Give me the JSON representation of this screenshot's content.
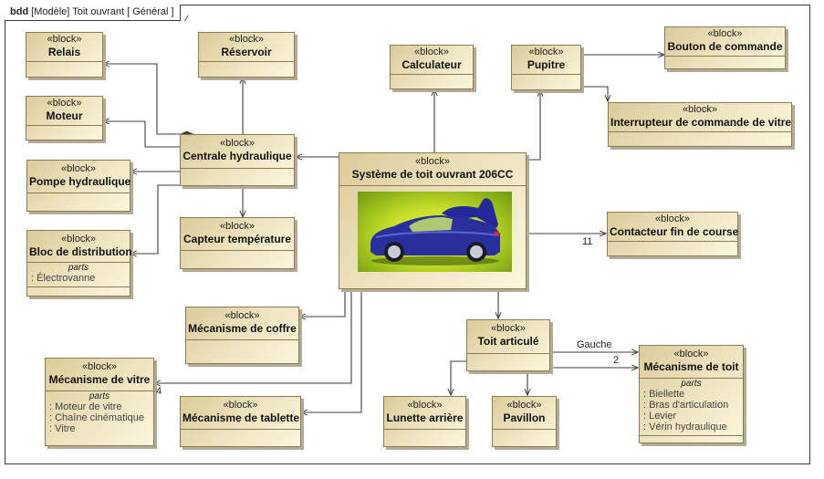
{
  "diagram": {
    "kind": "bdd",
    "title": "[Modèle] Toit ouvrant [ Général ]"
  },
  "stereotype": "«block»",
  "parts_label": "parts",
  "blocks": {
    "relais": {
      "name": "Relais"
    },
    "reservoir": {
      "name": "Réservoir"
    },
    "calculateur": {
      "name": "Calculateur"
    },
    "pupitre": {
      "name": "Pupitre"
    },
    "bouton": {
      "name": "Bouton de commande"
    },
    "interrupteur": {
      "name": "Interrupteur de commande de vitre"
    },
    "moteur": {
      "name": "Moteur"
    },
    "centrale": {
      "name": "Centrale hydraulique"
    },
    "systeme": {
      "name": "Système de toit ouvrant 206CC",
      "image": "car-convertible-image"
    },
    "pompe": {
      "name": "Pompe hydraulique"
    },
    "bloc": {
      "name": "Bloc de distribution",
      "parts": [
        ": Électrovanne"
      ]
    },
    "capteur": {
      "name": "Capteur température"
    },
    "contacteur": {
      "name": "Contacteur fin de course"
    },
    "coffre": {
      "name": "Mécanisme de coffre"
    },
    "vitre": {
      "name": "Mécanisme de vitre",
      "parts": [
        ": Moteur de vitre",
        ": Chaîne cinématique",
        ": Vitre"
      ]
    },
    "tablette": {
      "name": "Mécanisme de tablette"
    },
    "toit_articule": {
      "name": "Toit articulé"
    },
    "lunette": {
      "name": "Lunette arrière"
    },
    "pavillon": {
      "name": "Pavillon"
    },
    "meca_toit": {
      "name": "Mécanisme de toit",
      "parts": [
        ": Biellette",
        ": Bras d'articulation",
        ": Levier",
        ": Vérin hydraulique"
      ]
    }
  },
  "relations": [
    {
      "from": "systeme",
      "to": "centrale",
      "type": "composition"
    },
    {
      "from": "systeme",
      "to": "calculateur",
      "type": "composition"
    },
    {
      "from": "systeme",
      "to": "pupitre",
      "type": "composition"
    },
    {
      "from": "systeme",
      "to": "contacteur",
      "type": "composition",
      "multiplicity": "11"
    },
    {
      "from": "systeme",
      "to": "coffre",
      "type": "composition"
    },
    {
      "from": "systeme",
      "to": "vitre",
      "type": "composition",
      "multiplicity": "4"
    },
    {
      "from": "systeme",
      "to": "tablette",
      "type": "composition"
    },
    {
      "from": "systeme",
      "to": "toit_articule",
      "type": "composition"
    },
    {
      "from": "centrale",
      "to": "relais",
      "type": "composition"
    },
    {
      "from": "centrale",
      "to": "reservoir",
      "type": "composition"
    },
    {
      "from": "centrale",
      "to": "moteur",
      "type": "composition"
    },
    {
      "from": "centrale",
      "to": "pompe",
      "type": "composition"
    },
    {
      "from": "centrale",
      "to": "bloc",
      "type": "composition"
    },
    {
      "from": "centrale",
      "to": "capteur",
      "type": "composition"
    },
    {
      "from": "pupitre",
      "to": "bouton",
      "type": "composition"
    },
    {
      "from": "pupitre",
      "to": "interrupteur",
      "type": "composition"
    },
    {
      "from": "toit_articule",
      "to": "meca_toit",
      "type": "composition",
      "role": "Gauche"
    },
    {
      "from": "toit_articule",
      "to": "meca_toit",
      "type": "composition",
      "multiplicity": "2"
    },
    {
      "from": "toit_articule",
      "to": "lunette",
      "type": "composition"
    },
    {
      "from": "toit_articule",
      "to": "pavillon",
      "type": "composition"
    }
  ],
  "labels": {
    "contacteur_mult": "11",
    "vitre_mult": "4",
    "toit_role": "Gauche",
    "toit_mult": "2"
  },
  "colors": {
    "block_border": "#8c7a54",
    "block_fill_dark": "#dccb9a",
    "block_fill_light": "#fbf6dd",
    "line": "#3c3c3c",
    "car_body": "#2a2f9e",
    "image_bg": "#c5de28"
  }
}
